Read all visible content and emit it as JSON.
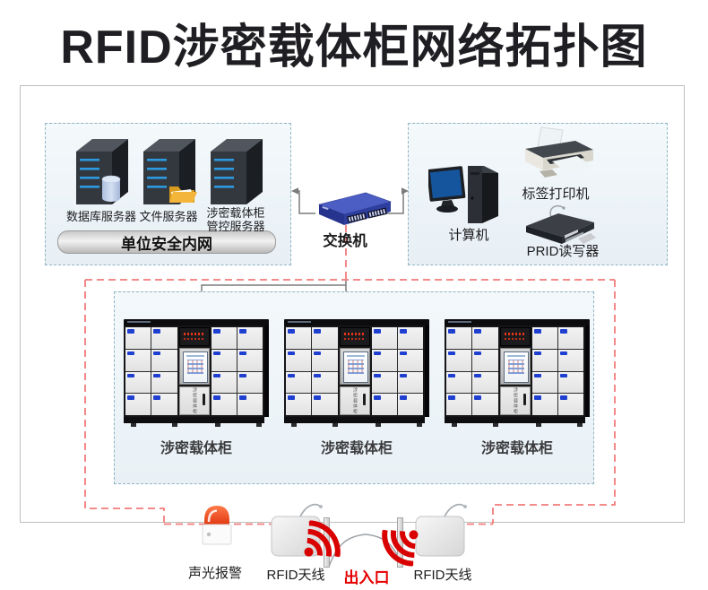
{
  "title": "RFID涉密载体柜网络拓扑图",
  "intranet_zone": {
    "servers": [
      {
        "label": "数据库服务器"
      },
      {
        "label": "文件服务器"
      },
      {
        "label": "涉密载体柜",
        "label2": "管控服务器"
      }
    ],
    "intranet_label": "单位安全内网"
  },
  "switch_label": "交换机",
  "terminal_zone": {
    "computer_label": "计算机",
    "printer_label": "标签打印机",
    "reader_label": "PRID读写器"
  },
  "cabinet_zone": {
    "cabinets": [
      {
        "label": "涉密载体柜"
      },
      {
        "label": "涉密载体柜"
      },
      {
        "label": "涉密载体柜"
      }
    ],
    "cabinet_door_text": "涉密载体柜"
  },
  "entrance_zone": {
    "alarm_label": "声光报警",
    "antenna_left_label": "RFID天线",
    "gate_label": "出入口",
    "antenna_right_label": "RFID天线"
  },
  "colors": {
    "red_accent": "#e60000",
    "red_dashed": "#f37b7b",
    "blue_dashed": "#8fb3c2",
    "switch_blue": "#3347a8",
    "led_blue": "#2d9ae0",
    "alarm_orange": "#f05a2e"
  }
}
